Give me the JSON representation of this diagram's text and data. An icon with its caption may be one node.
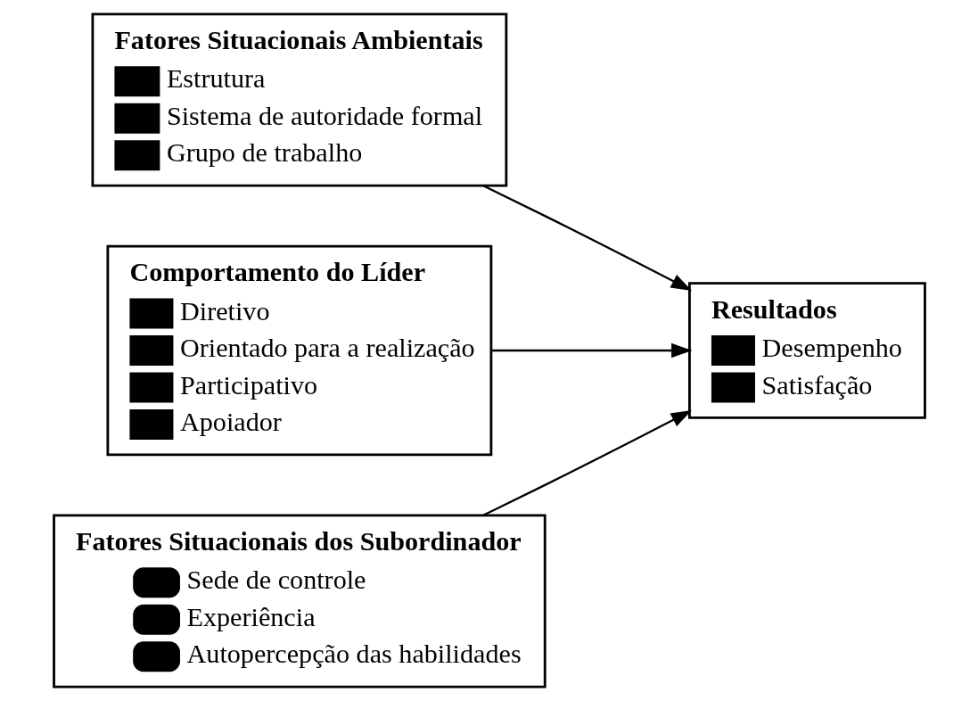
{
  "diagram": {
    "nodes": [
      {
        "text": [
          "Fatores Situacionais Ambientais",
          "Estrutura",
          "Sistema de autoridade formal",
          "Grupo de trabalho"
        ]
      },
      {
        "text": [
          "Comportamento do Líder",
          "Diretivo",
          "Orientado para a realização",
          "Participativo",
          "Apoiador"
        ]
      },
      {
        "text": [
          "Resultados",
          "Desempenho",
          "Satisfação"
        ]
      },
      {
        "text": [
          "Fatores Situacionais dos Subordinador",
          "Sede de controle",
          "Experiência",
          "Autopercepção das habilidades"
        ]
      }
    ],
    "edges": [
      {
        "from": 0,
        "to": 2,
        "arrow": "to"
      },
      {
        "from": 1,
        "to": 2,
        "arrow": "to"
      },
      {
        "from": 3,
        "to": 2,
        "arrow": "to"
      }
    ]
  }
}
